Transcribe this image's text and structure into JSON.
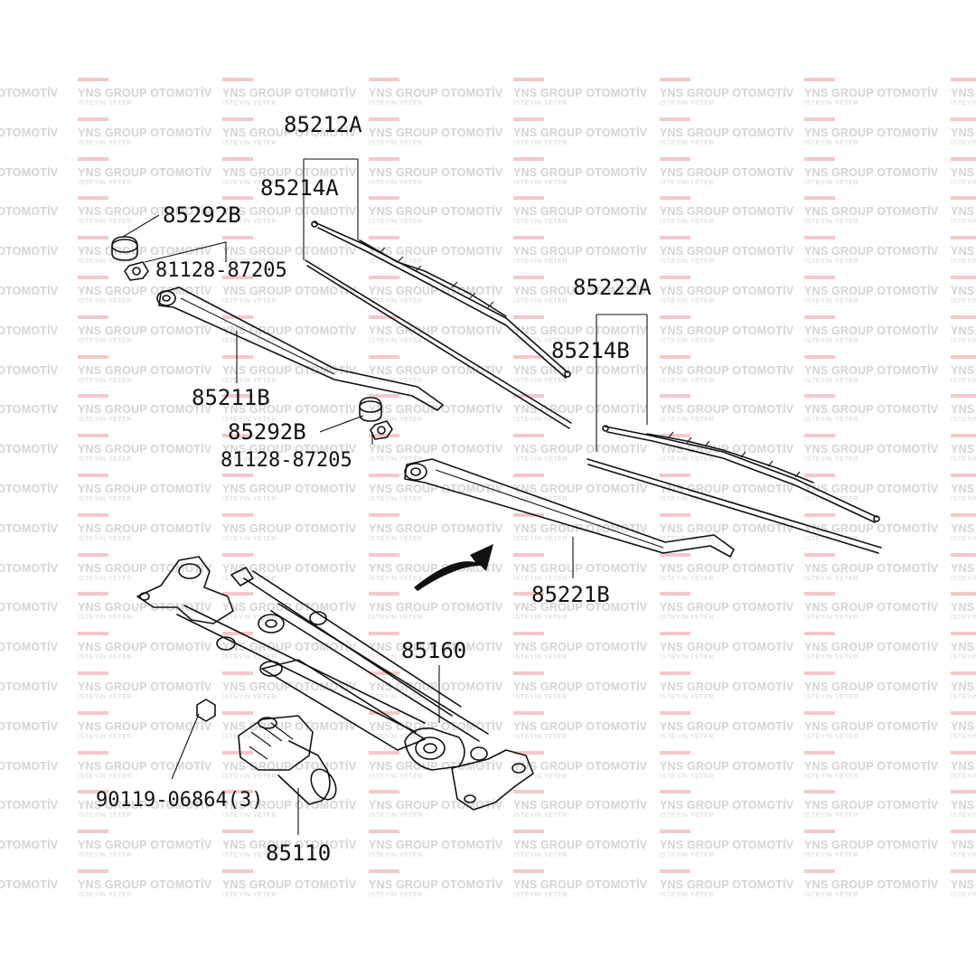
{
  "watermark": {
    "brand": "YNS GROUP OTOMOTİV",
    "tagline": "İSTEYİN YETER",
    "accent_color": "#f4c9c9",
    "text_color": "#d4d4d4"
  },
  "diagram": {
    "labels": {
      "wiper_blade_driver": "85212A",
      "blade_insert_driver": "85214A",
      "cap_driver": "85292B",
      "nut_driver": "81128-87205",
      "arm_driver": "85211B",
      "cap_passenger": "85292B",
      "nut_passenger": "81128-87205",
      "wiper_blade_passenger": "85222A",
      "blade_insert_passenger": "85214B",
      "arm_passenger": "85221B",
      "link_assembly": "85160",
      "bolt": "90119-06864(3)",
      "motor": "85110"
    }
  }
}
